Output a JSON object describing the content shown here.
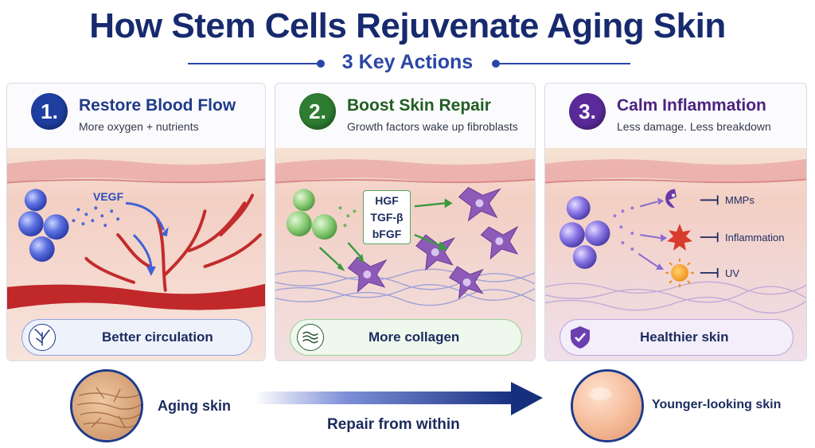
{
  "header": {
    "title": "How Stem Cells Rejuvenate Aging Skin",
    "subtitle": "3 Key Actions"
  },
  "panels": [
    {
      "number": "1.",
      "title": "Restore Blood Flow",
      "subtitle": "More oxygen + nutrients",
      "molecule": "VEGF",
      "outcome": "Better circulation",
      "accent": "#1f3fa0"
    },
    {
      "number": "2.",
      "title": "Boost Skin Repair",
      "subtitle": "Growth factors wake up fibroblasts",
      "factors": [
        "HGF",
        "TGF-β",
        "bFGF"
      ],
      "outcome": "More collagen",
      "accent": "#2e7d32"
    },
    {
      "number": "3.",
      "title": "Calm Inflammation",
      "subtitle": "Less damage. Less breakdown",
      "effects": [
        "MMPs",
        "Inflammation",
        "UV"
      ],
      "outcome": "Healthier skin",
      "accent": "#5b2a9a"
    }
  ],
  "bottom": {
    "before_label": "Aging skin",
    "center_label": "Repair from within",
    "after_label": "Younger-looking skin"
  }
}
